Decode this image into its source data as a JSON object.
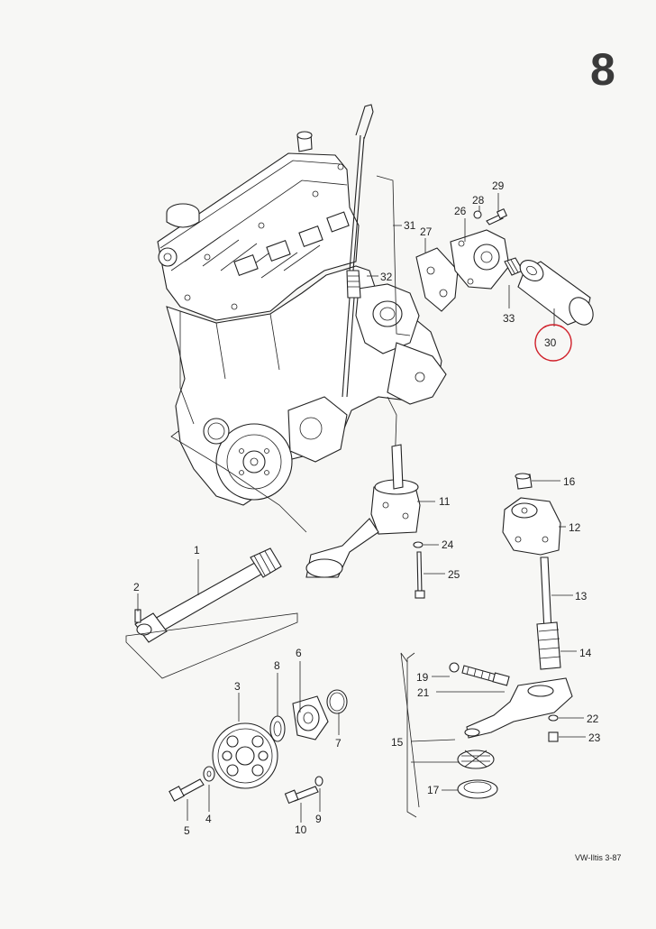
{
  "page_number": "8",
  "footer": "VW-Iltis 3-87",
  "highlight_color": "#d0202a",
  "highlighted_part": "30",
  "callouts": {
    "p1": "1",
    "p2": "2",
    "p3": "3",
    "p4": "4",
    "p5": "5",
    "p6": "6",
    "p7": "7",
    "p8": "8",
    "p9": "9",
    "p10": "10",
    "p11": "11",
    "p12": "12",
    "p13": "13",
    "p14": "14",
    "p15": "15",
    "p16": "16",
    "p17": "17",
    "p19": "19",
    "p21": "21",
    "p22": "22",
    "p23": "23",
    "p24": "24",
    "p25": "25",
    "p26": "26",
    "p27": "27",
    "p28": "28",
    "p29": "29",
    "p30": "30",
    "p31": "31",
    "p32": "32",
    "p33": "33"
  }
}
